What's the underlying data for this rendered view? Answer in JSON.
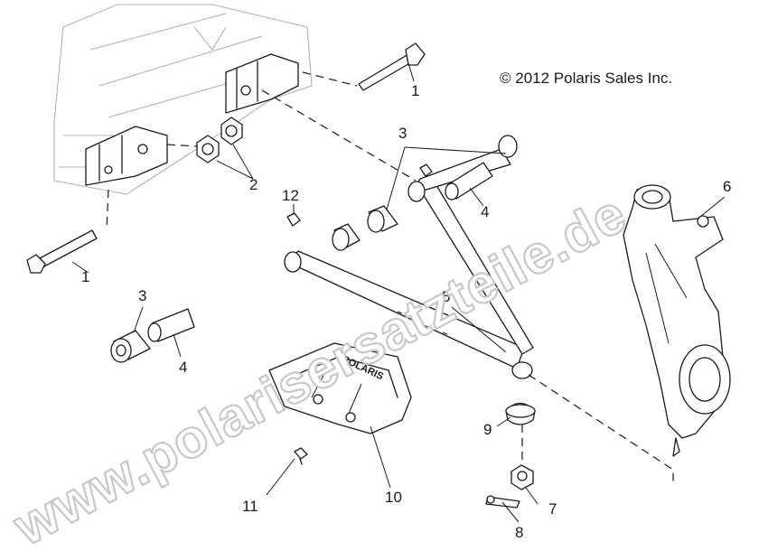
{
  "copyright": "© 2012 Polaris Sales Inc.",
  "watermark": "www.polarisersatzteile.de",
  "guard_brand": "POLARIS",
  "callouts": {
    "c1_top": "1",
    "c1_left": "1",
    "c2": "2",
    "c3_top": "3",
    "c3_left": "3",
    "c4_top": "4",
    "c4_left": "4",
    "c5": "5",
    "c6": "6",
    "c7": "7",
    "c8": "8",
    "c9": "9",
    "c10": "10",
    "c11": "11",
    "c12": "12"
  }
}
